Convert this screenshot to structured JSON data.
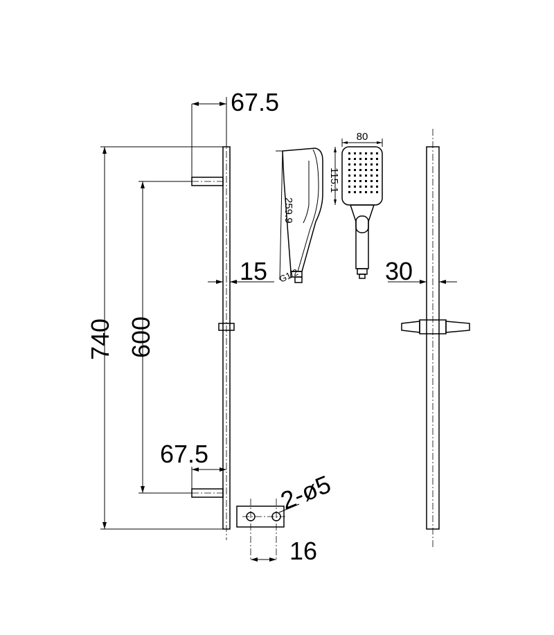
{
  "dimensions": {
    "total_length": "740",
    "bracket_spacing": "600",
    "bracket_depth_top": "67.5",
    "bracket_depth_bottom": "67.5",
    "rail_gap": "15",
    "rail_diameter": "30",
    "mount_holes": "2-ø5",
    "mount_width": "16",
    "head_width": "80",
    "head_height": "115.1",
    "handset_length": "259.9",
    "thread": "G1/2"
  }
}
